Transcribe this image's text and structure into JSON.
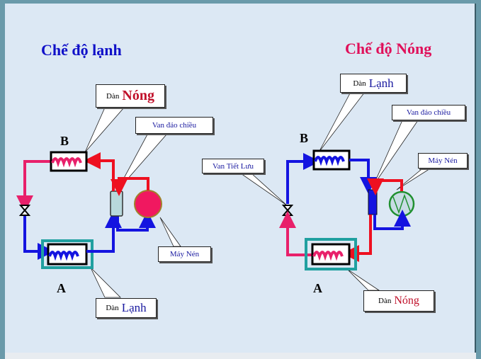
{
  "left_panel": {
    "title": "Chế độ lạnh",
    "title_color": "#1010c8",
    "label_b": "B",
    "label_a": "A",
    "callout_condenser": {
      "prefix": "Dàn",
      "emph": "Nóng"
    },
    "callout_reversing_valve": "Van đảo chiều",
    "callout_compressor": "Máy Nén",
    "callout_evaporator": {
      "prefix": "Dàn",
      "emph": "Lạnh"
    }
  },
  "right_panel": {
    "title": "Chế độ Nóng",
    "title_color": "#e0105a",
    "label_b": "B",
    "label_a": "A",
    "callout_coil_b": {
      "prefix": "Dàn",
      "emph": "Lạnh"
    },
    "callout_reversing_valve": "Van đảo chiều",
    "callout_compressor": "Máy Nén",
    "callout_expansion_valve": "Van Tiết Lưu",
    "callout_coil_a": {
      "prefix": "Dàn",
      "emph": "Nóng"
    }
  },
  "colors": {
    "hot_line": "#ee1020",
    "warm_line": "#e8206a",
    "cold_line": "#1414e0",
    "compressor_hot": "#f01860",
    "compressor_cool": "#c8dce4"
  }
}
